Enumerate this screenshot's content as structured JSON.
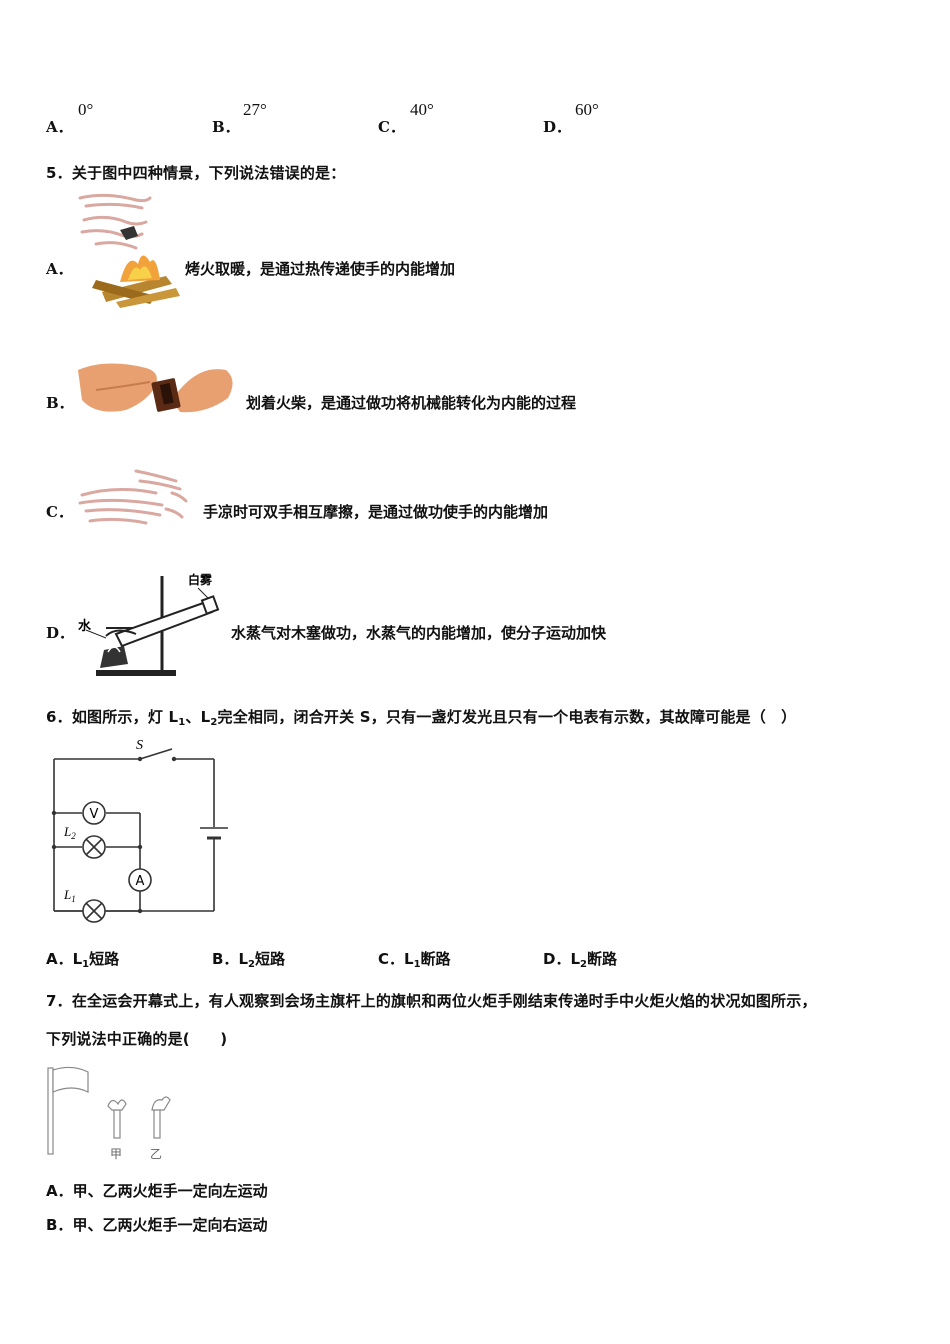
{
  "q4": {
    "options": [
      {
        "letter": "A．",
        "value": "0°"
      },
      {
        "letter": "B．",
        "value": "27°"
      },
      {
        "letter": "C．",
        "value": "40°"
      },
      {
        "letter": "D．",
        "value": "60°"
      }
    ]
  },
  "q5": {
    "stem": "5．关于图中四种情景，下列说法错误的是：",
    "options": [
      {
        "letter": "A．",
        "text": "烤火取暖，是通过热传递使手的内能增加"
      },
      {
        "letter": "B．",
        "text": "划着火柴，是通过做功将机械能转化为内能的过程"
      },
      {
        "letter": "C．",
        "text": "手凉时可双手相互摩擦，是通过做功使手的内能增加"
      },
      {
        "letter": "D．",
        "text": "水蒸气对木塞做功，水蒸气的内能增加，使分子运动加快"
      }
    ],
    "labels": {
      "fog": "白雾",
      "water": "水"
    }
  },
  "q6": {
    "stem_a": "6．如图所示，灯 L",
    "stem_b": "、L",
    "stem_c": "完全相同，闭合开关 S，只有一盏灯发光且只有一个电表有示数，其故障可能是（　）",
    "sub1": "1",
    "sub2": "2",
    "circuit": {
      "switch": "S",
      "voltmeter": "V",
      "ammeter": "A",
      "lamp1": "L",
      "lamp2": "L"
    },
    "options": [
      {
        "letter": "A．",
        "pre": "L",
        "sub": "1",
        "text": "短路"
      },
      {
        "letter": "B．",
        "pre": "L",
        "sub": "2",
        "text": "短路"
      },
      {
        "letter": "C．",
        "pre": "L",
        "sub": "1",
        "text": "断路"
      },
      {
        "letter": "D．",
        "pre": "L",
        "sub": "2",
        "text": "断路"
      }
    ]
  },
  "q7": {
    "stem_line1": "7．在全运会开幕式上，有人观察到会场主旗杆上的旗帜和两位火炬手刚结束传递时手中火炬火焰的状况如图所示，",
    "stem_line2": "下列说法中正确的是(　　)",
    "labels": {
      "jia": "甲",
      "yi": "乙"
    },
    "options": [
      {
        "letter": "A．",
        "text": "甲、乙两火炬手一定向左运动"
      },
      {
        "letter": "B．",
        "text": "甲、乙两火炬手一定向右运动"
      }
    ]
  }
}
